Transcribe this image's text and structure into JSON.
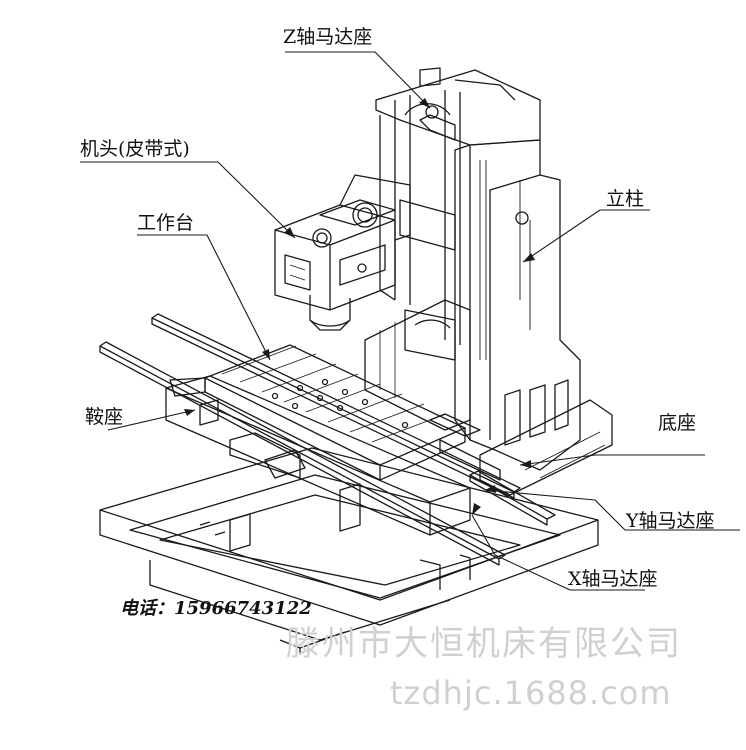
{
  "labels": {
    "z_motor_seat": "Z轴马达座",
    "head": "机头(皮带式)",
    "column": "立柱",
    "worktable": "工作台",
    "saddle": "鞍座",
    "base": "底座",
    "y_motor_seat": "Y轴马达座",
    "x_motor_seat": "X轴马达座"
  },
  "contact": {
    "phone": "电话：15966743122"
  },
  "watermark": {
    "company": "滕州市大恒机床有限公司",
    "site": "tzdhjc.1688.com"
  },
  "colors": {
    "line": "#1a1a1a",
    "watermark": "#d0d0d0"
  }
}
